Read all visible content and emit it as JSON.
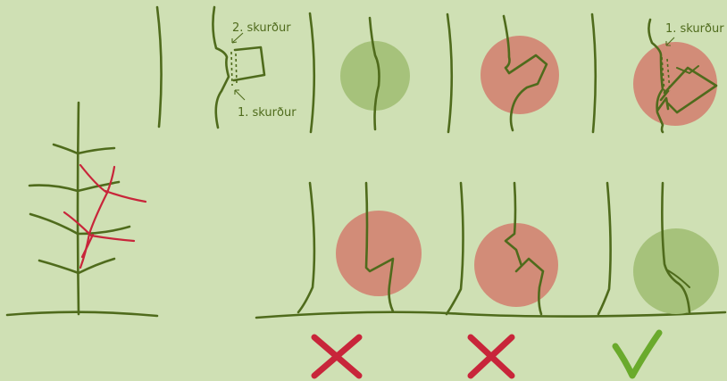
{
  "labels": {
    "cut_2": "2. skurður",
    "cut_1": "1. skurður",
    "cut_1_right": "1. skurður"
  },
  "colors": {
    "background": "#cfe0b4",
    "stem": "#4f6b1c",
    "branch_red": "#c8253a",
    "circle_good": "#a6c27b",
    "circle_bad": "#d28c78",
    "mark_wrong": "#c8253a",
    "mark_correct": "#6aaa2c"
  },
  "marks": [
    {
      "symbol": "cross-icon",
      "meaning": "wrong"
    },
    {
      "symbol": "cross-icon",
      "meaning": "wrong"
    },
    {
      "symbol": "checkmark-icon",
      "meaning": "correct"
    }
  ]
}
